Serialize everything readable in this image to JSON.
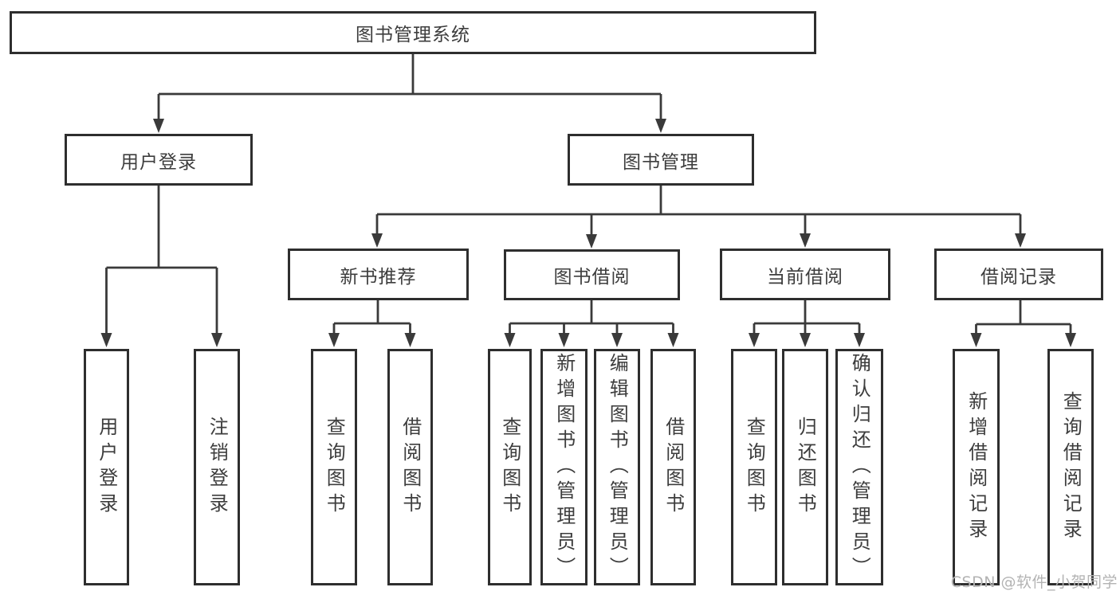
{
  "diagram": {
    "type": "hierarchy-tree",
    "root_title": "图书管理系统"
  },
  "tree": {
    "label": "图书管理系统",
    "children": [
      {
        "label": "用户登录",
        "children": [
          {
            "label": "用户登录"
          },
          {
            "label": "注销登录"
          }
        ]
      },
      {
        "label": "图书管理",
        "children": [
          {
            "label": "新书推荐",
            "children": [
              {
                "label": "查询图书"
              },
              {
                "label": "借阅图书"
              }
            ]
          },
          {
            "label": "图书借阅",
            "children": [
              {
                "label": "查询图书"
              },
              {
                "label": "新增图书（管理员）"
              },
              {
                "label": "编辑图书（管理员）"
              },
              {
                "label": "借阅图书"
              }
            ]
          },
          {
            "label": "当前借阅",
            "children": [
              {
                "label": "查询图书"
              },
              {
                "label": "归还图书"
              },
              {
                "label": "确认归还（管理员）"
              }
            ]
          },
          {
            "label": "借阅记录",
            "children": [
              {
                "label": "新增借阅记录"
              },
              {
                "label": "查询借阅记录"
              }
            ]
          }
        ]
      }
    ]
  },
  "watermark": {
    "text": "CSDN @软件_小贺同学",
    "color": "#b3b3b3"
  },
  "colors": {
    "background": "#ffffff",
    "box_border": "#2e2e2e",
    "connector_line": "#3a3a3a",
    "text": "#3d3d3d",
    "watermark": "#b3b3b3"
  }
}
